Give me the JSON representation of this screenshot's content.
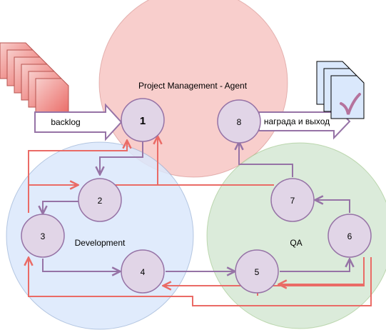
{
  "zones": {
    "pm": {
      "label": "Project Management - Agent",
      "color": "#f8cecc"
    },
    "dev": {
      "label": "Development",
      "color": "#dae8fc"
    },
    "qa": {
      "label": "QA",
      "color": "#d5e8d4"
    }
  },
  "nodes": {
    "n1": "1",
    "n2": "2",
    "n3": "3",
    "n4": "4",
    "n5": "5",
    "n6": "6",
    "n7": "7",
    "n8": "8"
  },
  "arrows": {
    "backlog": "backlog",
    "reward": "награда и выход"
  },
  "colors": {
    "node_fill": "#e1d5e7",
    "purple_edge": "#9673a6",
    "red_edge": "#ea6b66",
    "doc_red": "#f19c99",
    "doc_blue": "#dae8fc",
    "check": "#b5739d"
  }
}
